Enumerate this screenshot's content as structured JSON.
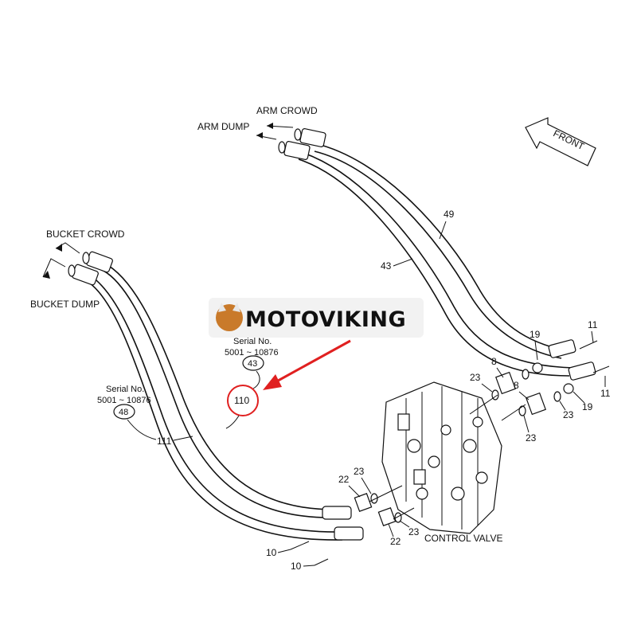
{
  "diagram": {
    "labels": {
      "arm_crowd": "ARM CROWD",
      "arm_dump": "ARM DUMP",
      "front": "FRONT",
      "bucket_crowd": "BUCKET CROWD",
      "bucket_dump": "BUCKET DUMP",
      "control_valve": "CONTROL VALVE"
    },
    "brand": "MOTOVIKING",
    "serial_right": {
      "title": "Serial No.",
      "range": "5001 ~ 10876",
      "ref": "43"
    },
    "serial_left": {
      "title": "Serial No.",
      "range": "5001 ~ 10876",
      "ref": "48"
    },
    "callout_highlight": "110",
    "highlight_color": "#e02020",
    "part_numbers": {
      "p49": "49",
      "p43": "43",
      "p111": "111",
      "p19a": "19",
      "p19b": "19",
      "p11a": "11",
      "p11b": "11",
      "p8a": "8",
      "p8b": "8",
      "p23a": "23",
      "p23b": "23",
      "p23c": "23",
      "p23d": "23",
      "p23e": "23",
      "p22a": "22",
      "p22b": "22",
      "p10a": "10",
      "p10b": "10"
    }
  }
}
